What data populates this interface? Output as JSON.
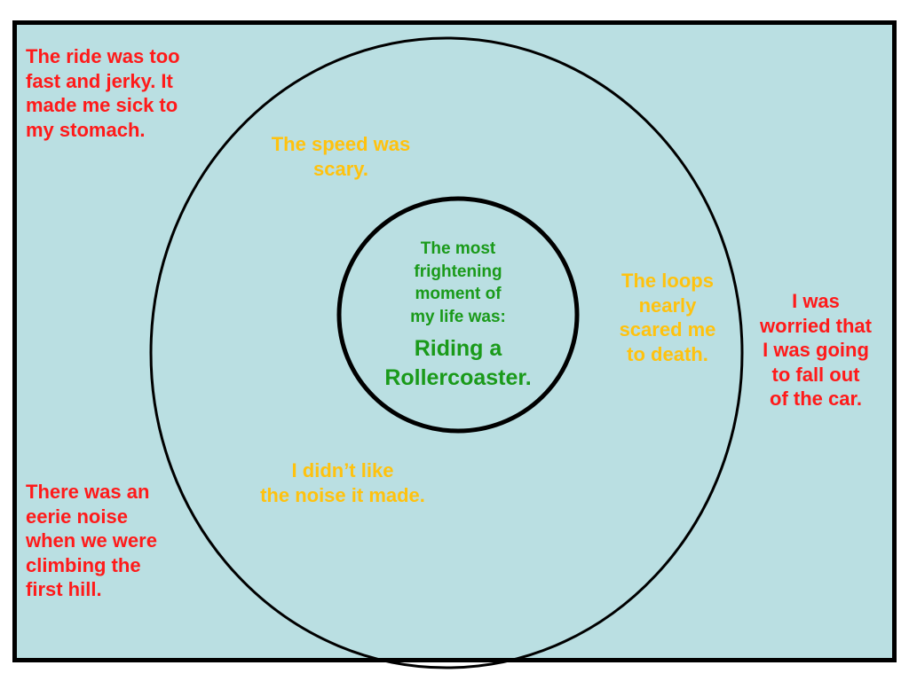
{
  "colors": {
    "background": "#badfe2",
    "border": "#000000",
    "outer_text": "#ff1a1a",
    "middle_text": "#ffc20e",
    "center_text": "#1a9a1a"
  },
  "center": {
    "prompt_lines": [
      "The most",
      "frightening",
      "moment of",
      "my life was:"
    ],
    "topic_lines": [
      "Riding a",
      "Rollercoaster."
    ]
  },
  "middle_ring": {
    "speed": [
      "The speed was",
      "scary."
    ],
    "loops": [
      "The loops",
      "nearly",
      "scared me",
      "to death."
    ],
    "noise": [
      "I didn’t like",
      "the noise it made."
    ]
  },
  "outer_area": {
    "sick": [
      "The ride was too",
      "fast and jerky. It",
      "made me sick to",
      "my stomach."
    ],
    "fall_out": [
      "I was",
      "worried that",
      "I was going",
      "to fall out",
      "of the car."
    ],
    "eerie": [
      "There was an",
      "eerie noise",
      "when we were",
      "climbing the",
      "first hill."
    ]
  }
}
